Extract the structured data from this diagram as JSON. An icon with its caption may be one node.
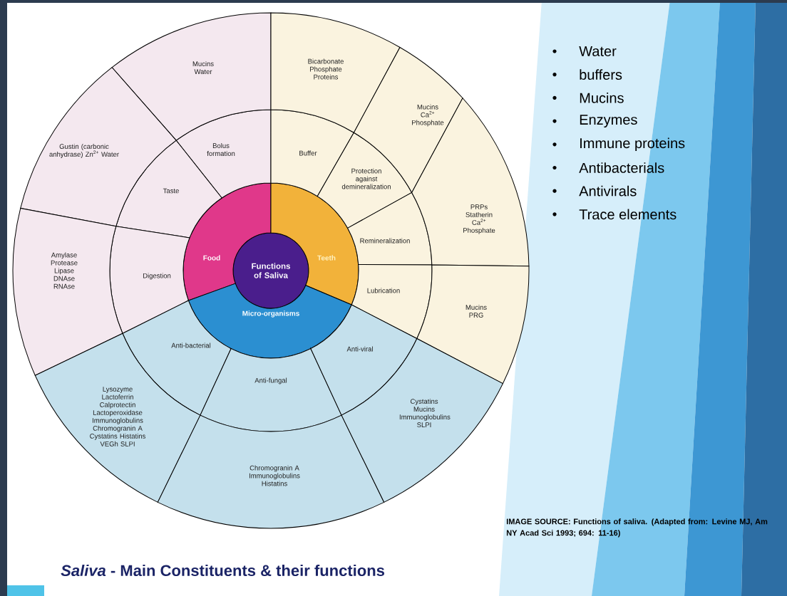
{
  "diagram": {
    "title": "*Saliva* - Main Constituents & their functions",
    "nodes": [
      {
        "text": [
          "Functions of Saliva"
        ]
      },
      {
        "text": [
          "Food"
        ]
      },
      {
        "text": [
          "Teeth"
        ]
      },
      {
        "text": [
          "Micro-organisms"
        ]
      },
      {
        "text": [
          "Bolus formation"
        ]
      },
      {
        "text": [
          "Taste"
        ]
      },
      {
        "text": [
          "Digestion"
        ]
      },
      {
        "text": [
          "Buffer"
        ]
      },
      {
        "text": [
          "Protection against demineralization"
        ]
      },
      {
        "text": [
          "Remineralization"
        ]
      },
      {
        "text": [
          "Lubrication"
        ]
      },
      {
        "text": [
          "Anti-bacterial"
        ]
      },
      {
        "text": [
          "Anti-fungal"
        ]
      },
      {
        "text": [
          "Anti-viral"
        ]
      },
      {
        "text": [
          "Mucins Water"
        ]
      },
      {
        "text": [
          "Gustin (carbonic anhydrase) Zn$^{2+}$ Water"
        ]
      },
      {
        "text": [
          "Amylase Protease Lipase DNAse RNAse"
        ]
      },
      {
        "text": [
          "Bicarbonate Phosphate Proteins"
        ]
      },
      {
        "text": [
          "Mucins Ca$^{2+}$ Phosphate"
        ]
      },
      {
        "text": [
          "PRPs Statherin Ca$^{2+}$ Phosphate"
        ]
      },
      {
        "text": [
          "Mucins PRG"
        ]
      },
      {
        "text": [
          "Lysozyme Lactoferrin Calprotectin Lactoperoxidase Immunoglobulins Chromogranin A Cystatins Histatins VEGh SLPI"
        ]
      },
      {
        "text": [
          "Chromogranin A Immunoglobulins Histatins"
        ]
      },
      {
        "text": [
          "Cystatins Mucins Immunoglobulins SLPI"
        ]
      }
    ],
    "labels": [
      "Water",
      "buffers",
      "Mucins",
      "Enzymes",
      "Immune proteins",
      "Antibacterials",
      "Antivirals",
      "Trace elements",
      "IMAGE SOURCE: Functions of saliva. (Adapted from: Levine MJ, Am NY Acad Sci 1993; 694: 11-16)"
    ]
  }
}
